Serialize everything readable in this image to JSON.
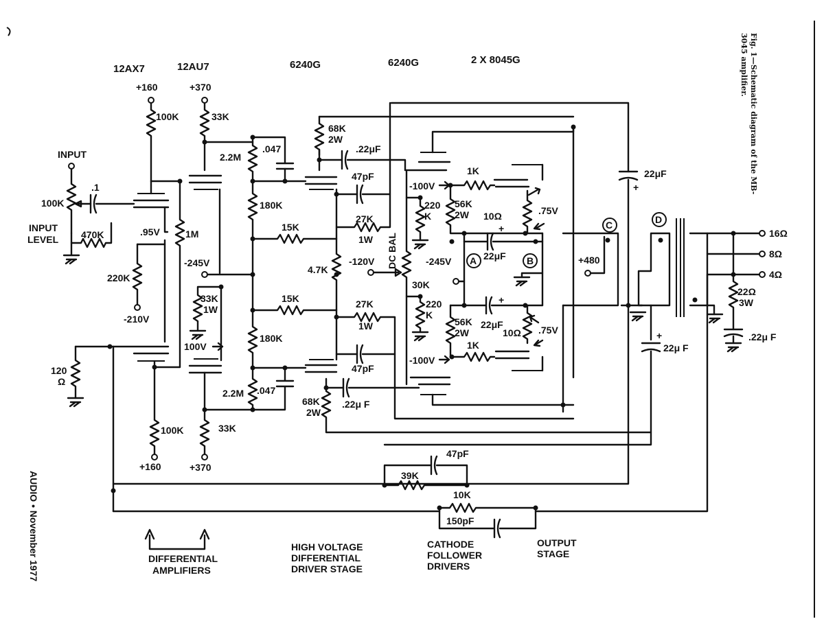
{
  "tubes": {
    "t1": "12AX7",
    "t2": "12AU7",
    "t3": "6240G",
    "t4": "6240G",
    "t5": "2 X 8045G"
  },
  "components": {
    "input": "INPUT",
    "input_level_1": "INPUT",
    "input_level_2": "LEVEL",
    "pot_100k": "100K",
    "cap_point1": ".1",
    "r_470k": "470K",
    "v_095": ".95V",
    "r_220k": "220K",
    "v_m210": "-210V",
    "r_120": "120",
    "r_120_unit": "Ω",
    "rail_160_top": "+160",
    "r_100k_top": "100K",
    "rail_370_top": "+370",
    "r_33k_top": "33K",
    "r_1m": "1M",
    "v_m245": "-245V",
    "r_33k_1w": "33K",
    "r_33k_1w_b": "1W",
    "v_100": "100V",
    "r_100k_bot": "100K",
    "rail_160_bot": "+160",
    "r_33k_bot": "33K",
    "rail_370_bot": "+370",
    "r_22m_top": "2.2M",
    "c_047_top": ".047",
    "r_180k_top": "180K",
    "r_15k_top": "15K",
    "r_47k": "4.7K",
    "r_15k_bot": "15K",
    "r_180k_bot": "180K",
    "r_22m_bot": "2.2M",
    "c_047_bot": ".047",
    "r_68k_top": "68K",
    "r_68k_top_b": "2W",
    "c_22uf_top": ".22μF",
    "c_47pf_top": "47pF",
    "r_27k_top": "27K",
    "r_27k_top_b": "1W",
    "v_m120": "-120V",
    "dc_bal": "DC BAL",
    "pot_30k": "30K",
    "r_27k_bot": "27K",
    "r_27k_bot_b": "1W",
    "c_47pf_bot": "47pF",
    "r_68k_bot": "68K",
    "r_68k_bot_b": "2W",
    "c_22uf_bot": ".22μ F",
    "v_m100_top": "-100V",
    "r_1k_top": "1K",
    "r_220k_k": "220",
    "r_220k_k_b": "K",
    "r_56k_top": "56K",
    "r_56k_top_b": "2W",
    "r_10_top": "10Ω",
    "v_075_top": ".75V",
    "v_m245_b": "-245V",
    "mark_a": "A",
    "c_22uf_a": "22μF",
    "mark_b": "B",
    "r_220_b": "220",
    "r_220_b_k": "K",
    "r_56k_bot": "56K",
    "r_56k_bot_b": "2W",
    "c_22uf_mid": "22μF",
    "r_10_bot": "10Ω",
    "v_075_bot": ".75V",
    "v_m100_bot": "-100V",
    "r_1k_bot": "1K",
    "c_22uf_right_top": "22μF",
    "plus_sign": "+",
    "mark_c": "C",
    "v_480": "+480",
    "mark_d": "D",
    "c_22uf_right_bot": "22μ F",
    "out_16": "16Ω",
    "out_8": "8Ω",
    "out_4": "4Ω",
    "r_22": "22Ω",
    "r_22_b": "3W",
    "c_022": ".22μ F",
    "c_47pf_fb": "47pF",
    "r_39k": "39K",
    "r_10k": "10K",
    "c_150pf": "150pF"
  },
  "stage_labels": {
    "diff_1": "DIFFERENTIAL",
    "diff_2": "AMPLIFIERS",
    "hv_1": "HIGH VOLTAGE",
    "hv_2": "DIFFERENTIAL",
    "hv_3": "DRIVER STAGE",
    "cf_1": "CATHODE",
    "cf_2": "FOLLOWER",
    "cf_3": "DRIVERS",
    "out_1": "OUTPUT",
    "out_2": "STAGE"
  },
  "caption": {
    "line1": "Fig. 1—Schematic diagram of the MB-",
    "line2": "3045 amplifier."
  },
  "footer": {
    "text": "AUDIO • November 1977"
  }
}
